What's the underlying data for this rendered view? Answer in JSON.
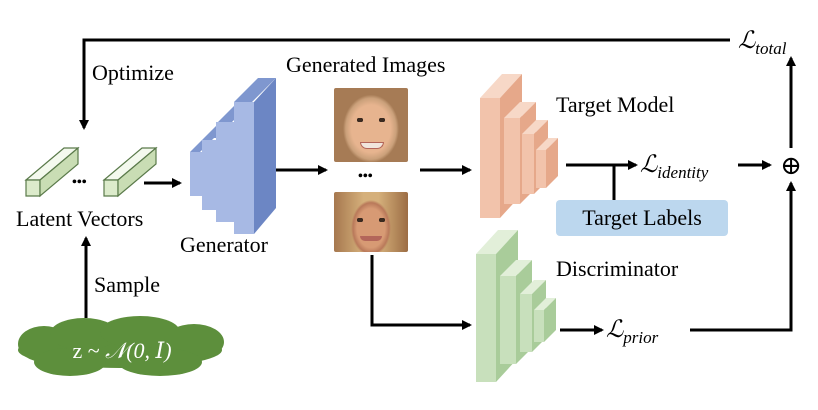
{
  "labels": {
    "optimize": "Optimize",
    "generated_images": "Generated Images",
    "target_model": "Target Model",
    "latent_vectors": "Latent Vectors",
    "generator": "Generator",
    "target_labels": "Target Labels",
    "discriminator": "Discriminator",
    "sample": "Sample",
    "ellipsis": "•••",
    "oplus": "⊕",
    "loss_symbol": "ℒ",
    "total_sub": "total",
    "identity_sub": "identity",
    "prior_sub": "prior",
    "noise_prefix": "z ~ ",
    "noise_dist": "𝒩(0, 𝐼)"
  },
  "colors": {
    "latent": "#e6f2d9",
    "generator": "#8aa4d8",
    "target_model": "#f2c3ab",
    "discriminator": "#c8e0bc",
    "target_labels_bg": "#bcd7ee",
    "cloud": "#5d8f3c"
  }
}
